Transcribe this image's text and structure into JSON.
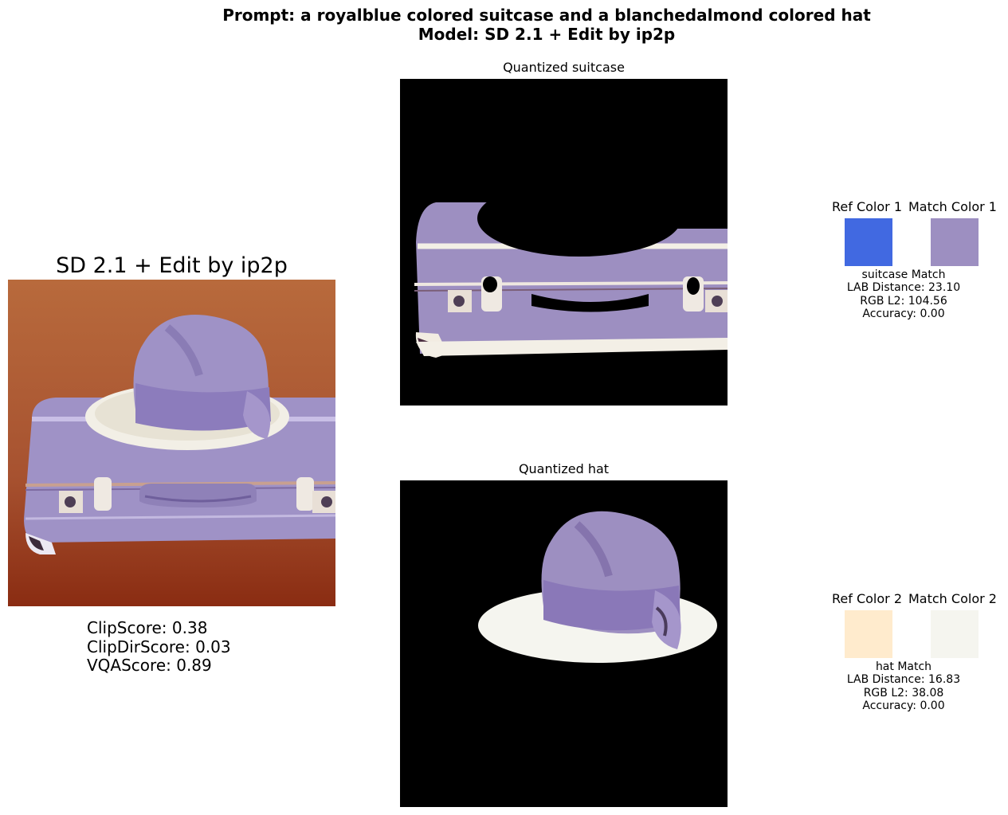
{
  "figure": {
    "title_line1": "Prompt: a royalblue colored suitcase and a blanchedalmond colored hat",
    "title_line2": "Model: SD 2.1 + Edit by ip2p"
  },
  "generated_image": {
    "title": "SD 2.1 + Edit by ip2p"
  },
  "scores": {
    "clip": "ClipScore: 0.38",
    "clipdir": "ClipDirScore: 0.03",
    "vqa": "VQAScore: 0.89"
  },
  "quantized": [
    {
      "title": "Quantized suitcase"
    },
    {
      "title": "Quantized hat"
    }
  ],
  "color_checks": [
    {
      "ref_label": "Ref Color 1",
      "match_label": "Match Color 1",
      "ref_color": "#4169e1",
      "match_color": "#9d8fc1",
      "caption": "suitcase Match",
      "lab": "LAB Distance: 23.10",
      "rgb": "RGB L2: 104.56",
      "acc": "Accuracy: 0.00"
    },
    {
      "ref_label": "Ref Color 2",
      "match_label": "Match Color 2",
      "ref_color": "#ffebcd",
      "match_color": "#f5f5ef",
      "caption": "hat Match",
      "lab": "LAB Distance: 16.83",
      "rgb": "RGB L2: 38.08",
      "acc": "Accuracy: 0.00"
    }
  ]
}
